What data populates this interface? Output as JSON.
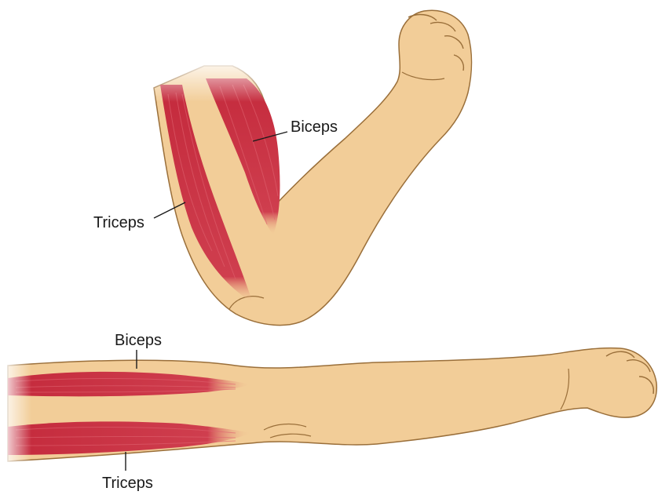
{
  "labels": {
    "bent_biceps": "Biceps",
    "bent_triceps": "Triceps",
    "straight_biceps": "Biceps",
    "straight_triceps": "Triceps"
  },
  "colors": {
    "skin": "#f2cd98",
    "skin_shadow": "#d9a86a",
    "outline": "#9a6f3a",
    "muscle": "#c42a3c",
    "muscle_light": "#e0636f",
    "leader_line": "#1a1a1a"
  }
}
